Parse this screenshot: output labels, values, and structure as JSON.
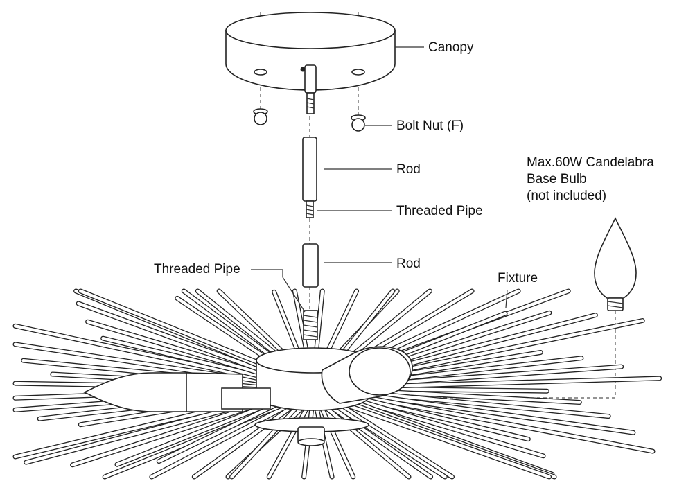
{
  "labels": {
    "canopy": "Canopy",
    "bolt_nut": "Bolt Nut (F)",
    "rod_1": "Rod",
    "threaded_pipe_1": "Threaded Pipe",
    "rod_2": "Rod",
    "threaded_pipe_2": "Threaded Pipe",
    "fixture": "Fixture",
    "bulb_line_1": "Max.60W Candelabra",
    "bulb_line_2": "Base Bulb",
    "bulb_line_3": "(not included)"
  },
  "colors": {
    "stroke": "#222222",
    "fill": "#ffffff",
    "text": "#111111"
  }
}
